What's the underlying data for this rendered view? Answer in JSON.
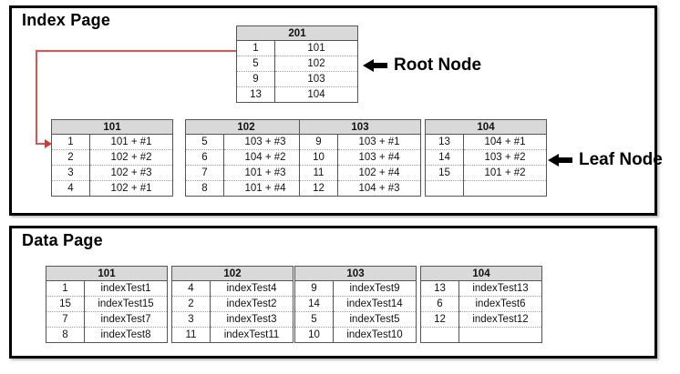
{
  "index_page": {
    "title": "Index Page",
    "root_node_label": "Root Node",
    "leaf_node_label": "Leaf Node",
    "root_node": {
      "header": "201",
      "rows": [
        [
          "1",
          "101"
        ],
        [
          "5",
          "102"
        ],
        [
          "9",
          "103"
        ],
        [
          "13",
          "104"
        ]
      ]
    },
    "leaf_nodes": [
      {
        "header": "101",
        "rows": [
          [
            "1",
            "101 + #1"
          ],
          [
            "2",
            "102 + #2"
          ],
          [
            "3",
            "102 + #3"
          ],
          [
            "4",
            "102 + #1"
          ]
        ]
      },
      {
        "header": "102",
        "rows": [
          [
            "5",
            "103 + #3"
          ],
          [
            "6",
            "104 + #2"
          ],
          [
            "7",
            "101 + #3"
          ],
          [
            "8",
            "101 + #4"
          ]
        ]
      },
      {
        "header": "103",
        "rows": [
          [
            "9",
            "103 + #1"
          ],
          [
            "10",
            "103 + #4"
          ],
          [
            "11",
            "102 + #4"
          ],
          [
            "12",
            "104 + #3"
          ]
        ]
      },
      {
        "header": "104",
        "rows": [
          [
            "13",
            "104 + #1"
          ],
          [
            "14",
            "103 + #2"
          ],
          [
            "15",
            "101 + #2"
          ],
          [
            "",
            ""
          ]
        ]
      }
    ]
  },
  "data_page": {
    "title": "Data Page",
    "tables": [
      {
        "header": "101",
        "rows": [
          [
            "1",
            "indexTest1"
          ],
          [
            "15",
            "indexTest15"
          ],
          [
            "7",
            "indexTest7"
          ],
          [
            "8",
            "indexTest8"
          ]
        ]
      },
      {
        "header": "102",
        "rows": [
          [
            "4",
            "indexTest4"
          ],
          [
            "2",
            "indexTest2"
          ],
          [
            "3",
            "indexTest3"
          ],
          [
            "11",
            "indexTest11"
          ]
        ]
      },
      {
        "header": "103",
        "rows": [
          [
            "9",
            "indexTest9"
          ],
          [
            "14",
            "indexTest14"
          ],
          [
            "5",
            "indexTest5"
          ],
          [
            "10",
            "indexTest10"
          ]
        ]
      },
      {
        "header": "104",
        "rows": [
          [
            "13",
            "indexTest13"
          ],
          [
            "6",
            "indexTest6"
          ],
          [
            "12",
            "indexTest12"
          ],
          [
            "",
            ""
          ]
        ]
      }
    ]
  },
  "colors": {
    "table_header_bg": "#d9d9d9",
    "table_border": "#555555",
    "red_pointer_line": "#e0524f",
    "section_border": "#000000"
  },
  "icons": {
    "left_arrow": "left-arrow-icon",
    "red_pointer": "red-pointer-arrow"
  }
}
